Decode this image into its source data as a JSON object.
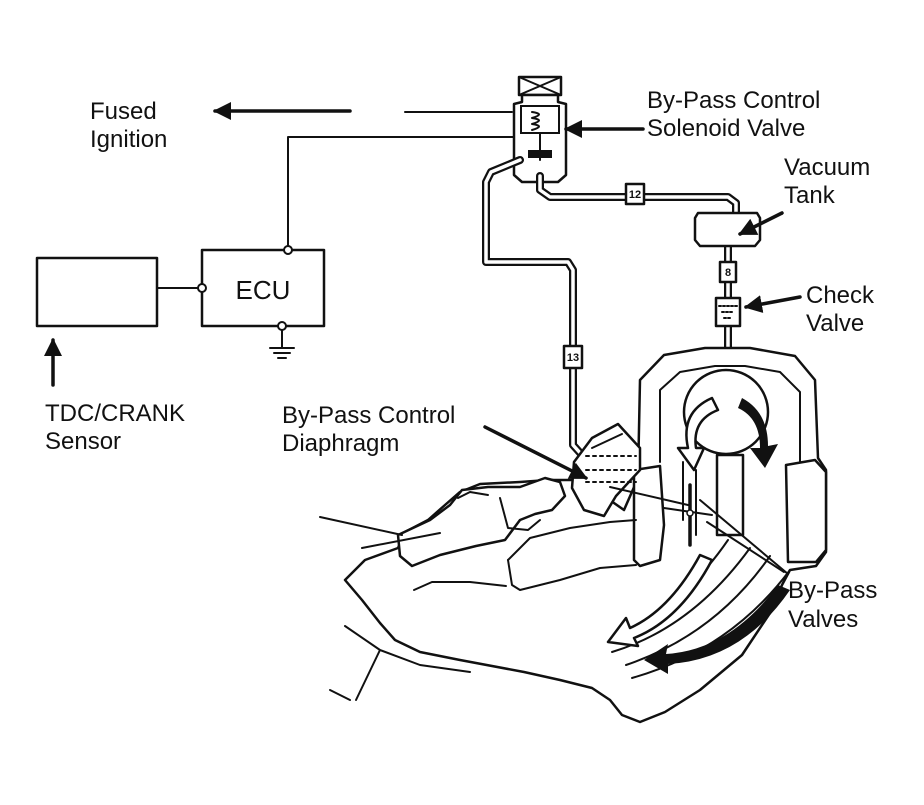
{
  "labels": {
    "fused_ignition": [
      "Fused",
      "Ignition"
    ],
    "solenoid_valve": [
      "By-Pass Control",
      "Solenoid Valve"
    ],
    "vacuum_tank": [
      "Vacuum",
      "Tank"
    ],
    "check_valve": [
      "Check",
      "Valve"
    ],
    "ecu": "ECU",
    "tdc_sensor": [
      "TDC/CRANK",
      "Sensor"
    ],
    "diaphragm": [
      "By-Pass Control",
      "Diaphragm"
    ],
    "bypass_valves": [
      "By-Pass",
      "Valves"
    ]
  },
  "hose_tags": {
    "tag_12": "12",
    "tag_13": "13",
    "tag_8": "8"
  },
  "colors": {
    "ink": "#111111",
    "paper": "#ffffff"
  }
}
